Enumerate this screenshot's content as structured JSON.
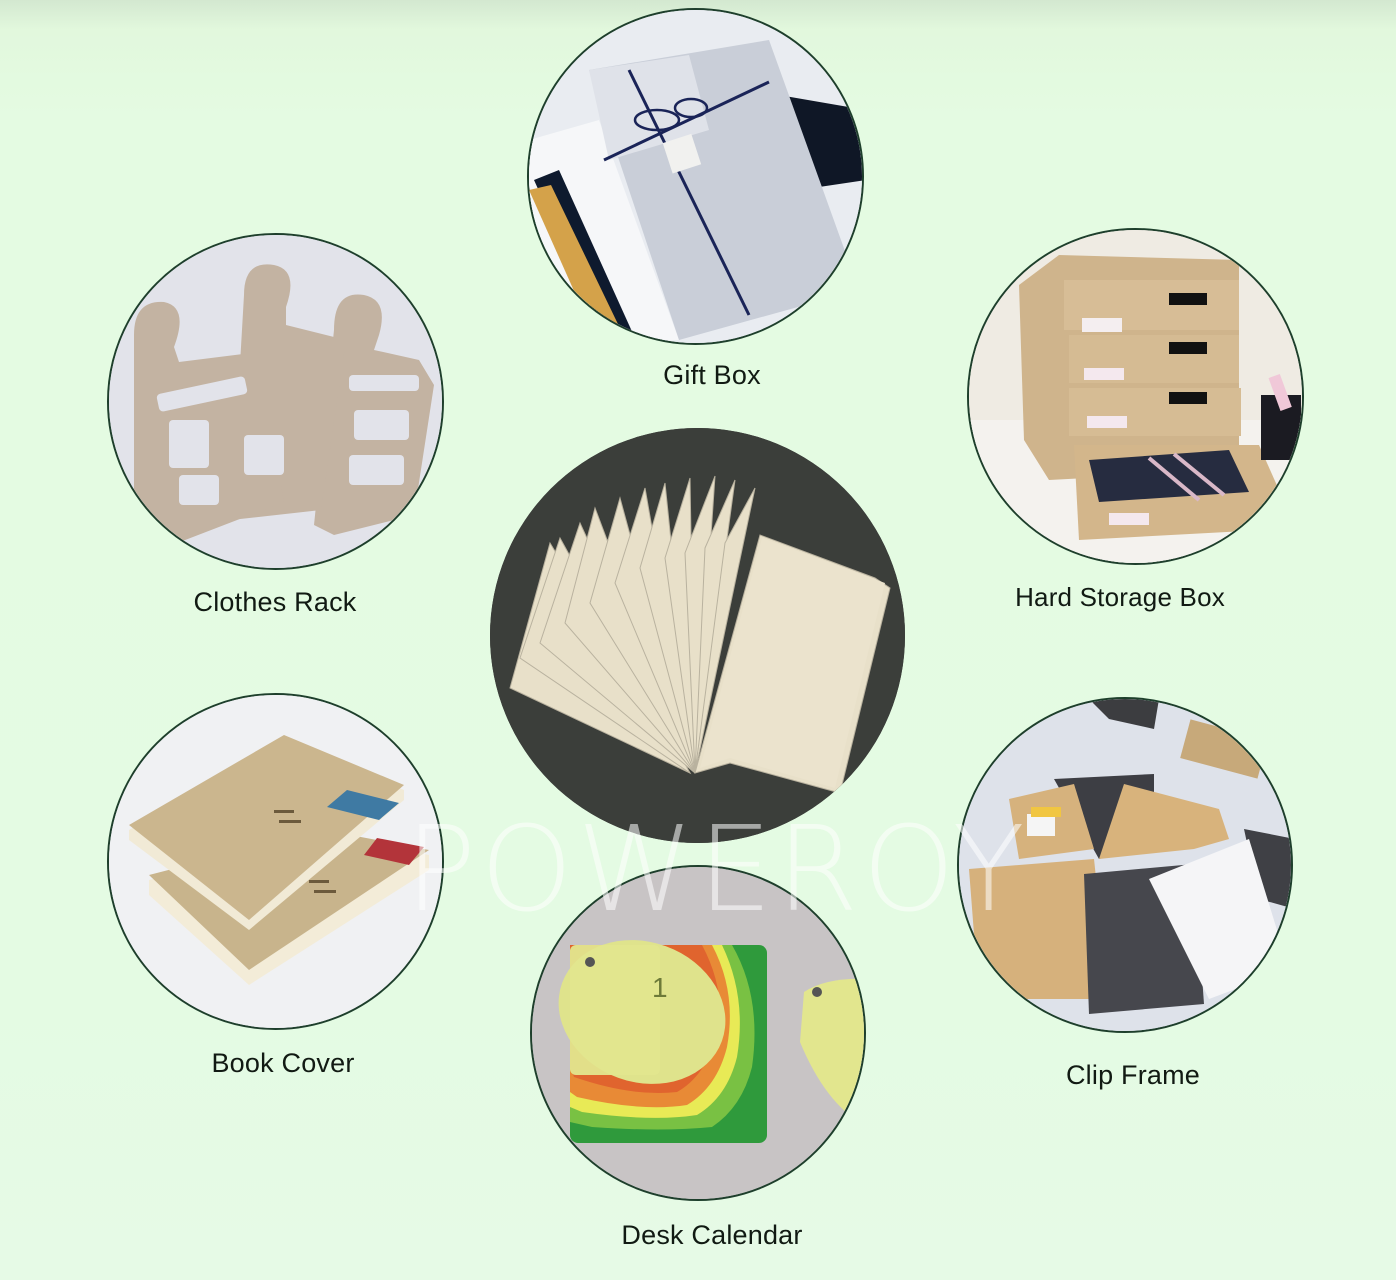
{
  "products": [
    {
      "id": "gift-box",
      "label": "Gift Box"
    },
    {
      "id": "clothes-rack",
      "label": "Clothes Rack"
    },
    {
      "id": "hard-storage-box",
      "label": "Hard Storage Box"
    },
    {
      "id": "greyboard-sheets",
      "label": ""
    },
    {
      "id": "book-cover",
      "label": "Book Cover"
    },
    {
      "id": "desk-calendar",
      "label": "Desk Calendar"
    },
    {
      "id": "clip-frame",
      "label": "Clip Frame"
    }
  ],
  "watermark": "POWEROY",
  "colors": {
    "background": "#e4fbe2",
    "circle_border": "#1e3f2c",
    "label_text": "#111a13",
    "center_bg": "#3a3d39",
    "paper": "#e8e0c8",
    "kraft": "#d4b98e"
  }
}
